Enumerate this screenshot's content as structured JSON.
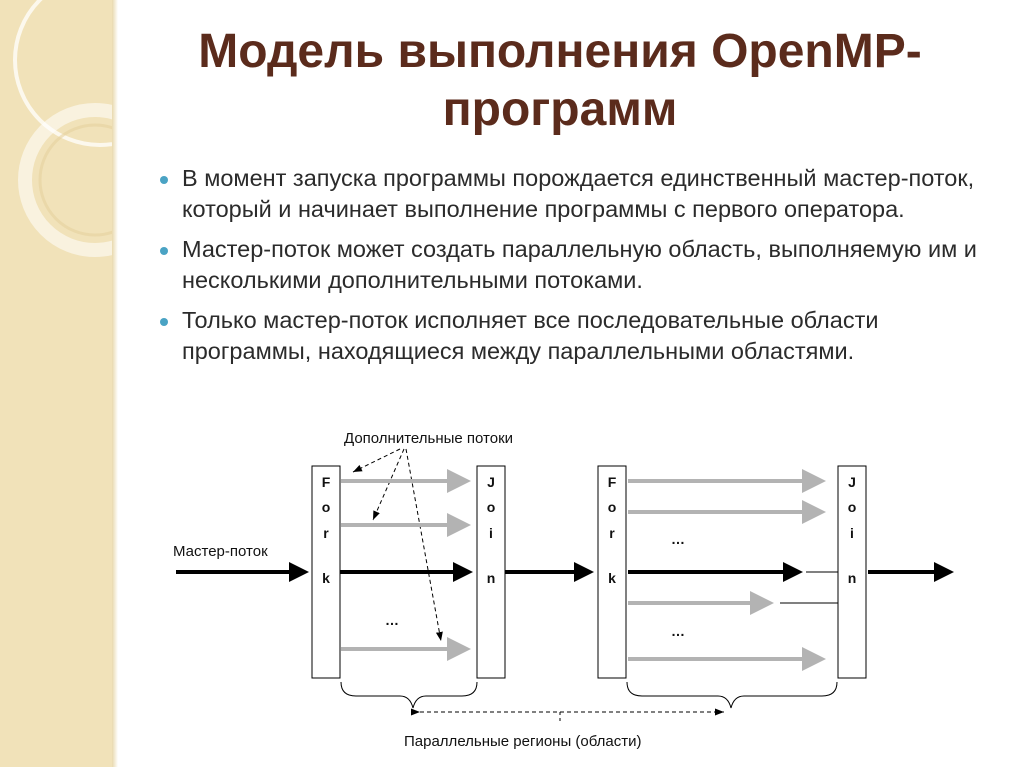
{
  "title": {
    "line1": "Модель выполнения OpenMP-",
    "line2": "программ"
  },
  "bullets": [
    "В момент запуска программы порождается единственный мастер-поток, который и начинает выполнение программы с первого оператора.",
    "Мастер-поток может создать параллельную область, выполняемую им и несколькими дополнительными потоками.",
    "Только мастер-поток исполняет все последовательные области программы, находящиеся между параллельными областями."
  ],
  "diagram": {
    "label_extra_threads": "Дополнительные потоки",
    "label_master_thread": "Мастер-поток",
    "label_parallel_regions": "Параллельные регионы (области)",
    "fork_letters": [
      "F",
      "o",
      "r",
      "k"
    ],
    "join_letters": [
      "J",
      "o",
      "i",
      "n"
    ],
    "ellipsis": "…",
    "colors": {
      "master_arrow": "#000000",
      "thread_arrow": "#b3b3b3",
      "title": "#5b2b1c",
      "bullet": "#4aa3c4"
    }
  }
}
